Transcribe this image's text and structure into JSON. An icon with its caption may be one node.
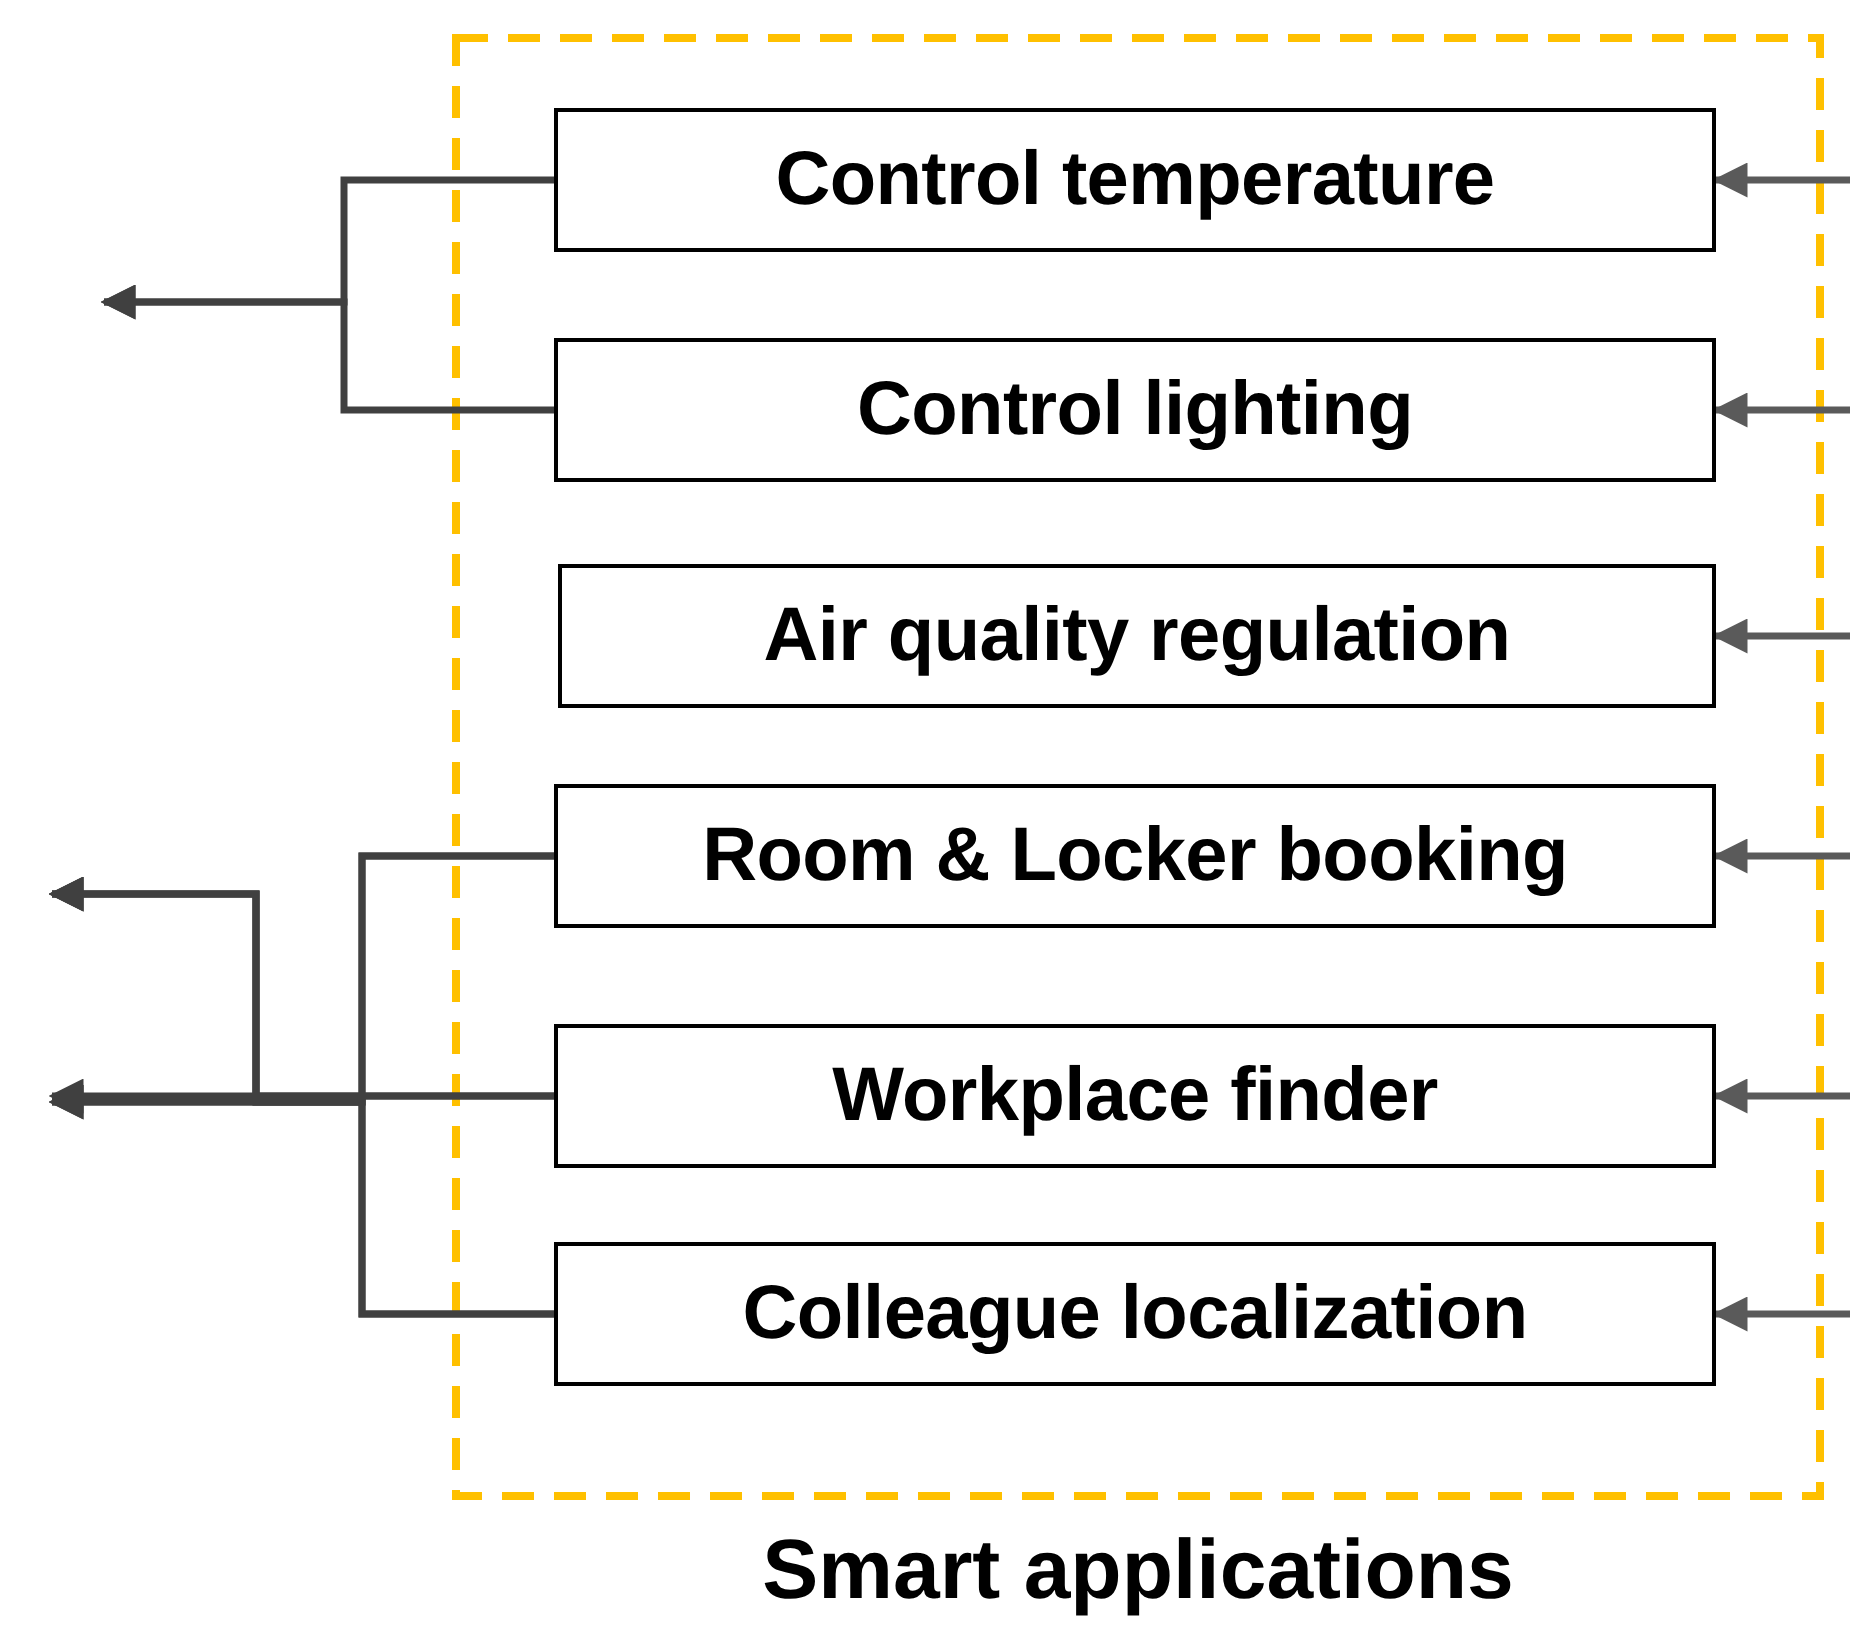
{
  "diagram": {
    "nodes": [
      {
        "text": [
          "Smart applications"
        ]
      },
      {
        "text": [
          "Control temperature"
        ],
        "in": 0
      },
      {
        "text": [
          "Control lighting"
        ],
        "in": 0
      },
      {
        "text": [
          "Air quality regulation"
        ],
        "in": 0
      },
      {
        "text": [
          "Room & Locker booking"
        ],
        "in": 0
      },
      {
        "text": [
          "Workplace finder"
        ],
        "in": 0
      },
      {
        "text": [
          "Colleague localization"
        ],
        "in": 0
      }
    ],
    "edges": [
      {
        "from": null,
        "to": 1,
        "arrow": "to",
        "color": "#5a5a5a"
      },
      {
        "from": null,
        "to": 2,
        "arrow": "to",
        "color": "#5a5a5a"
      },
      {
        "from": null,
        "to": 3,
        "arrow": "to",
        "color": "#5a5a5a"
      },
      {
        "from": null,
        "to": 4,
        "arrow": "to",
        "color": "#5a5a5a"
      },
      {
        "from": null,
        "to": 5,
        "arrow": "to",
        "color": "#5a5a5a"
      },
      {
        "from": null,
        "to": 6,
        "arrow": "to",
        "color": "#5a5a5a"
      },
      {
        "from": 1,
        "to": null,
        "arrow": "to"
      },
      {
        "from": 2,
        "to": null,
        "arrow": "to"
      },
      {
        "from": 4,
        "to": null,
        "arrow": "to"
      },
      {
        "from": 5,
        "to": null,
        "arrow": "to"
      },
      {
        "from": 6,
        "to": null,
        "arrow": "to"
      },
      {
        "from": 4,
        "to": null,
        "arrow": "to"
      },
      {
        "from": 5,
        "to": null,
        "arrow": "to"
      },
      {
        "from": 6,
        "to": null,
        "arrow": "to"
      }
    ]
  }
}
